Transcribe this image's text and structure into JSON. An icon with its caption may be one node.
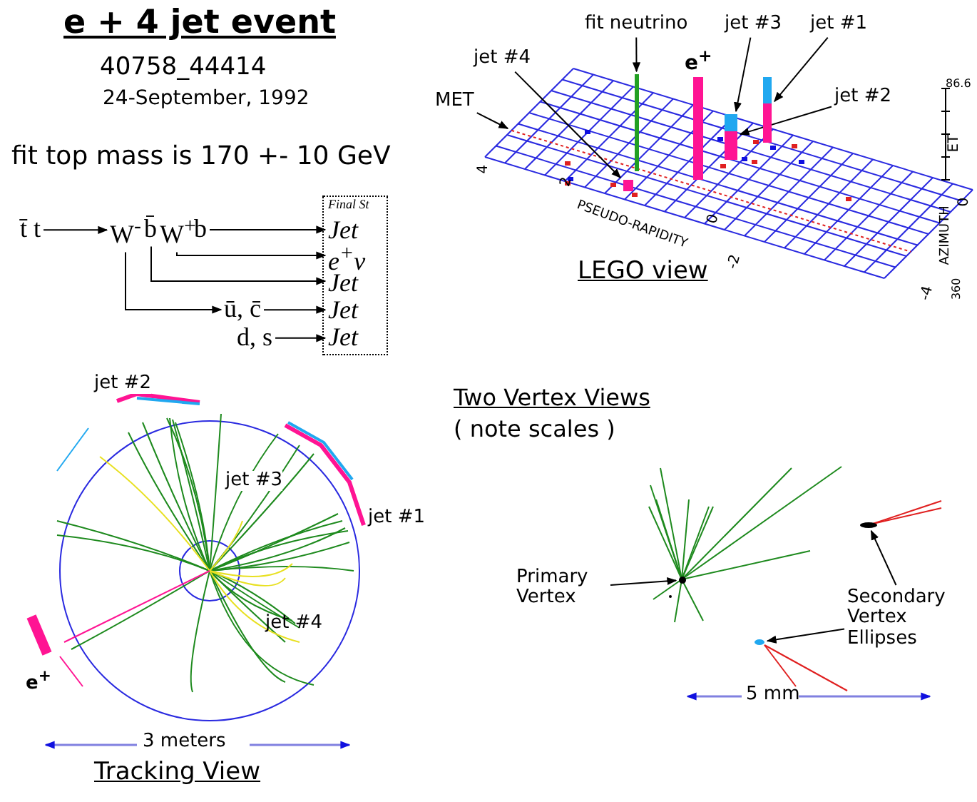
{
  "diagram": {
    "title": "e + 4 jet event",
    "nodes": [
      {
        "text": [
          "t̄ t"
        ]
      },
      {
        "text": [
          "W$^{-}$"
        ]
      },
      {
        "text": [
          "b̄"
        ]
      },
      {
        "text": [
          "W$^{+}$"
        ]
      },
      {
        "text": [
          "b"
        ]
      },
      {
        "text": [
          "ū, c̄"
        ]
      },
      {
        "text": [
          "d, s"
        ]
      },
      {
        "text": [
          "Final St"
        ]
      },
      {
        "text": [
          "Jet"
        ],
        "in": 7
      },
      {
        "text": [
          "e$^{+}$ν"
        ],
        "in": 7
      },
      {
        "text": [
          "Jet"
        ],
        "in": 7
      },
      {
        "text": [
          "Jet"
        ],
        "in": 7
      },
      {
        "text": [
          "Jet"
        ],
        "in": 7
      },
      {
        "text": [
          "fit neutrino"
        ]
      },
      {
        "text": [
          "jet #4"
        ]
      },
      {
        "text": [
          "jet #3"
        ]
      },
      {
        "text": [
          "jet #1"
        ]
      },
      {
        "text": [
          "jet #2"
        ]
      },
      {
        "text": [
          "MET"
        ]
      },
      {
        "text": [
          "Primary Vertex"
        ]
      },
      {
        "text": [
          "Secondary Vertex Ellipses"
        ]
      },
      {
        "text": [],
        "shape": "bar"
      },
      {
        "text": [],
        "shape": "bar"
      },
      {
        "text": [],
        "shape": "bar"
      },
      {
        "text": [],
        "shape": "bar"
      },
      {
        "text": [],
        "shape": "circle"
      },
      {
        "text": [],
        "shape": "ellipse"
      },
      {
        "text": [],
        "shape": "ellipse"
      }
    ],
    "edges": [
      {
        "from": 0,
        "to": 1,
        "arrow": "to"
      },
      {
        "from": 4,
        "to": 8,
        "arrow": "to"
      },
      {
        "from": 3,
        "to": 9,
        "arrow": "to"
      },
      {
        "from": 2,
        "to": 10,
        "arrow": "to"
      },
      {
        "from": 1,
        "to": 5,
        "arrow": "to"
      },
      {
        "from": 5,
        "to": 11,
        "arrow": "to"
      },
      {
        "from": 6,
        "to": 12,
        "arrow": "to"
      },
      {
        "from": 13,
        "to": 21,
        "arrow": "to"
      },
      {
        "from": 14,
        "to": 22,
        "arrow": "to"
      },
      {
        "from": 15,
        "to": 23,
        "arrow": "to"
      },
      {
        "from": 16,
        "to": 24,
        "arrow": "to"
      },
      {
        "from": 17,
        "to": 23,
        "arrow": "to"
      },
      {
        "from": 18,
        "to": null,
        "arrow": "to"
      },
      {
        "from": 19,
        "to": 25,
        "arrow": "to"
      },
      {
        "from": 20,
        "to": 26,
        "arrow": "to"
      },
      {
        "from": 20,
        "to": 27,
        "arrow": "to"
      }
    ],
    "labels": [
      "40758_44414",
      "24-September, 1992",
      "fit top mass is 170 +- 10 GeV",
      "e$^{+}$",
      "4",
      "2",
      "PSEUDO-RAPIDITY",
      "0",
      "-2",
      "-4",
      "86.6",
      "ET",
      "0",
      "AZIMUTH",
      "360",
      "LEGO view",
      "jet #2",
      "jet #3",
      "jet #1",
      "jet #4",
      "e$^{+}$",
      "3 meters",
      "Tracking View",
      "Two Vertex Views",
      "( note scales )",
      "5 mm"
    ]
  }
}
